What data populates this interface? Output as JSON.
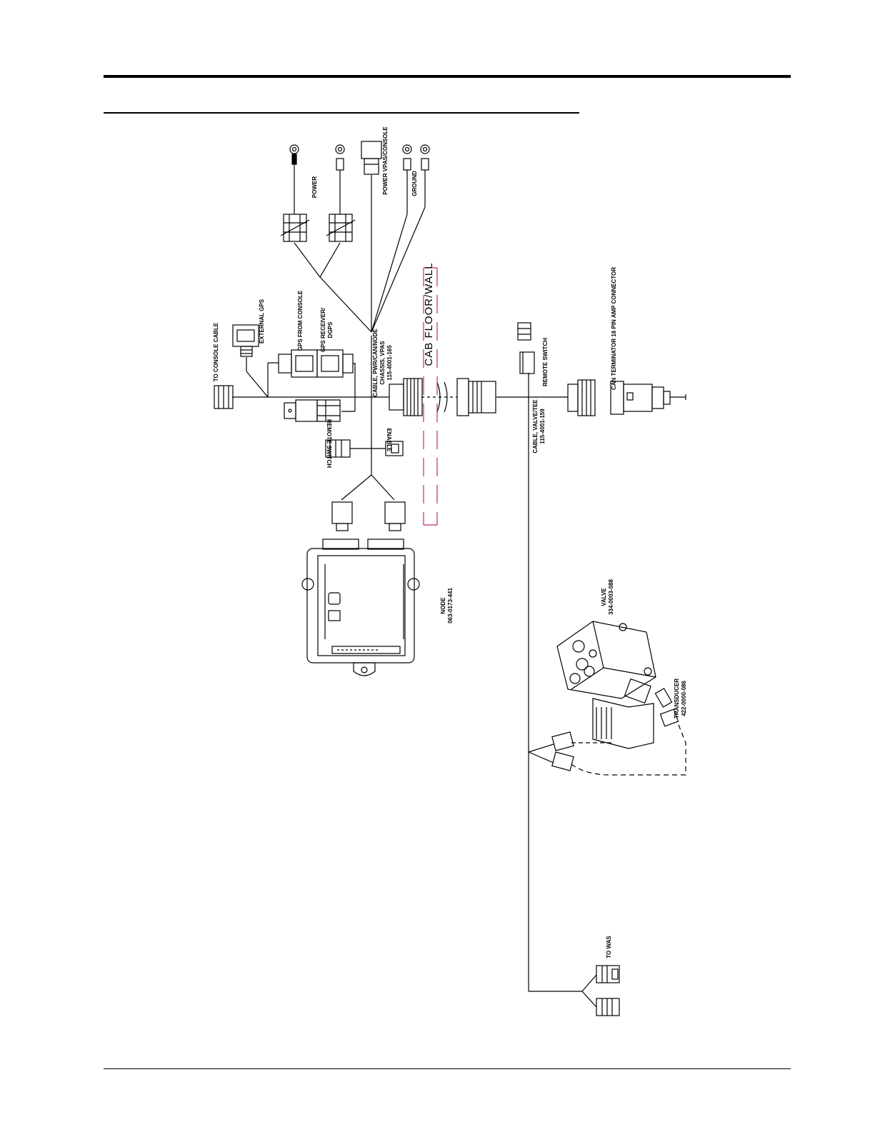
{
  "labels": {
    "power": "POWER",
    "power_vpas_console": "POWER VPAS/CONSOLE",
    "ground": "GROUND",
    "cab_floor_wall": "CAB FLOOR/WALL",
    "to_console_cable": "TO CONSOLE CABLE",
    "external_gps": "EXTERNAL GPS",
    "gps_from_console": "GPS FROM CONSOLE",
    "gps_receiver_1": "GPS RECEIVER/",
    "gps_receiver_2": "DGPS",
    "cable_pwr_1": "CABLE, PWR/CAN/NODE",
    "cable_pwr_2": "CHASSIS, VPAS",
    "cable_pwr_3": "115-4001-165",
    "remote_switch_left": "REMOTE SWITCH",
    "enable": "ENABLE",
    "remote_switch_right": "REMOTE SWITCH",
    "cable_valve_1": "CABLE, VALVE/TEE",
    "cable_valve_2": "115-4001-159",
    "can_terminator": "CAN TERMINATOR 16 PIN AMP CONNECTOR",
    "node_1": "NODE",
    "node_2": "063-0173-441",
    "valve_1": "VALVE",
    "valve_2": "334-0003-088",
    "transducer_1": "TRANSDUCER",
    "transducer_2": "422-0000-086",
    "to_was": "TO WAS"
  },
  "colors": {
    "line": "#000000",
    "cab_wall": "#c0287a"
  }
}
